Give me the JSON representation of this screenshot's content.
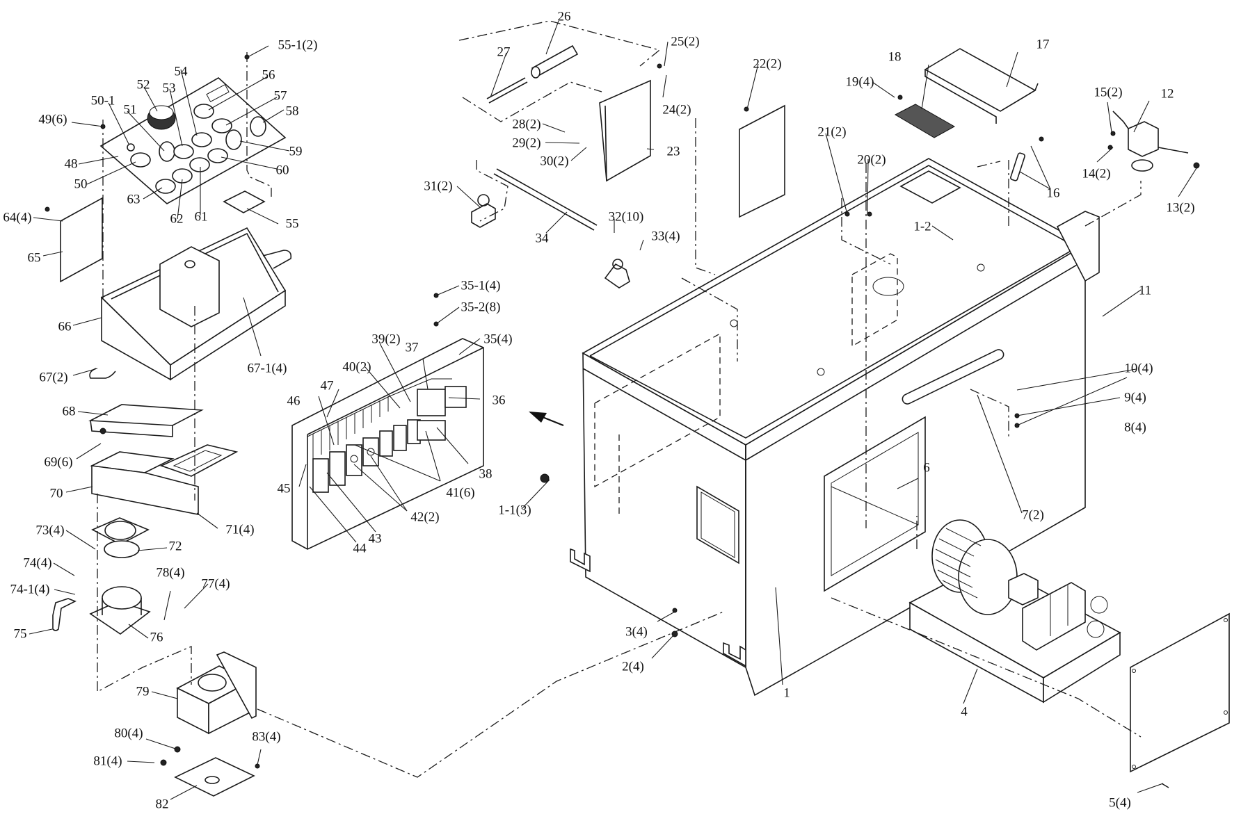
{
  "diagram": {
    "title": "Exploded parts diagram - machine base cabinet, control panel, electrical box and hydraulic unit",
    "callouts": [
      {
        "id": "1",
        "text": "1"
      },
      {
        "id": "1-1",
        "text": "1-1(3)"
      },
      {
        "id": "1-2",
        "text": "1-2"
      },
      {
        "id": "2",
        "text": "2(4)"
      },
      {
        "id": "3",
        "text": "3(4)"
      },
      {
        "id": "4",
        "text": "4"
      },
      {
        "id": "5",
        "text": "5(4)"
      },
      {
        "id": "6",
        "text": "6"
      },
      {
        "id": "7",
        "text": "7(2)"
      },
      {
        "id": "8",
        "text": "8(4)"
      },
      {
        "id": "9",
        "text": "9(4)"
      },
      {
        "id": "10",
        "text": "10(4)"
      },
      {
        "id": "11",
        "text": "11"
      },
      {
        "id": "12",
        "text": "12"
      },
      {
        "id": "13",
        "text": "13(2)"
      },
      {
        "id": "14",
        "text": "14(2)"
      },
      {
        "id": "15",
        "text": "15(2)"
      },
      {
        "id": "16",
        "text": "16"
      },
      {
        "id": "17",
        "text": "17"
      },
      {
        "id": "18",
        "text": "18"
      },
      {
        "id": "19",
        "text": "19(4)"
      },
      {
        "id": "20",
        "text": "20(2)"
      },
      {
        "id": "21",
        "text": "21(2)"
      },
      {
        "id": "22",
        "text": "22(2)"
      },
      {
        "id": "23",
        "text": "23"
      },
      {
        "id": "24",
        "text": "24(2)"
      },
      {
        "id": "25",
        "text": "25(2)"
      },
      {
        "id": "26",
        "text": "26"
      },
      {
        "id": "27",
        "text": "27"
      },
      {
        "id": "28",
        "text": "28(2)"
      },
      {
        "id": "29",
        "text": "29(2)"
      },
      {
        "id": "30",
        "text": "30(2)"
      },
      {
        "id": "31",
        "text": "31(2)"
      },
      {
        "id": "32",
        "text": "32(10)"
      },
      {
        "id": "33",
        "text": "33(4)"
      },
      {
        "id": "34",
        "text": "34"
      },
      {
        "id": "35",
        "text": "35(4)"
      },
      {
        "id": "35-1",
        "text": "35-1(4)"
      },
      {
        "id": "35-2",
        "text": "35-2(8)"
      },
      {
        "id": "36",
        "text": "36"
      },
      {
        "id": "37",
        "text": "37"
      },
      {
        "id": "38",
        "text": "38"
      },
      {
        "id": "39",
        "text": "39(2)"
      },
      {
        "id": "40",
        "text": "40(2)"
      },
      {
        "id": "41",
        "text": "41(6)"
      },
      {
        "id": "42",
        "text": "42(2)"
      },
      {
        "id": "43",
        "text": "43"
      },
      {
        "id": "44",
        "text": "44"
      },
      {
        "id": "45",
        "text": "45"
      },
      {
        "id": "46",
        "text": "46"
      },
      {
        "id": "47",
        "text": "47"
      },
      {
        "id": "48",
        "text": "48"
      },
      {
        "id": "49",
        "text": "49(6)"
      },
      {
        "id": "50",
        "text": "50"
      },
      {
        "id": "50-1",
        "text": "50-1"
      },
      {
        "id": "51",
        "text": "51"
      },
      {
        "id": "52",
        "text": "52"
      },
      {
        "id": "53",
        "text": "53"
      },
      {
        "id": "54",
        "text": "54"
      },
      {
        "id": "55",
        "text": "55"
      },
      {
        "id": "55-1",
        "text": "55-1(2)"
      },
      {
        "id": "56",
        "text": "56"
      },
      {
        "id": "57",
        "text": "57"
      },
      {
        "id": "58",
        "text": "58"
      },
      {
        "id": "59",
        "text": "59"
      },
      {
        "id": "60",
        "text": "60"
      },
      {
        "id": "61",
        "text": "61"
      },
      {
        "id": "62",
        "text": "62"
      },
      {
        "id": "63",
        "text": "63"
      },
      {
        "id": "64",
        "text": "64(4)"
      },
      {
        "id": "65",
        "text": "65"
      },
      {
        "id": "66",
        "text": "66"
      },
      {
        "id": "67",
        "text": "67(2)"
      },
      {
        "id": "67-1",
        "text": "67-1(4)"
      },
      {
        "id": "68",
        "text": "68"
      },
      {
        "id": "69",
        "text": "69(6)"
      },
      {
        "id": "70",
        "text": "70"
      },
      {
        "id": "71",
        "text": "71(4)"
      },
      {
        "id": "72",
        "text": "72"
      },
      {
        "id": "73",
        "text": "73(4)"
      },
      {
        "id": "74",
        "text": "74(4)"
      },
      {
        "id": "74-1",
        "text": "74-1(4)"
      },
      {
        "id": "75",
        "text": "75"
      },
      {
        "id": "76",
        "text": "76"
      },
      {
        "id": "77",
        "text": "77(4)"
      },
      {
        "id": "78",
        "text": "78(4)"
      },
      {
        "id": "79",
        "text": "79"
      },
      {
        "id": "80",
        "text": "80(4)"
      },
      {
        "id": "81",
        "text": "81(4)"
      },
      {
        "id": "82",
        "text": "82"
      },
      {
        "id": "83",
        "text": "83(4)"
      }
    ]
  }
}
